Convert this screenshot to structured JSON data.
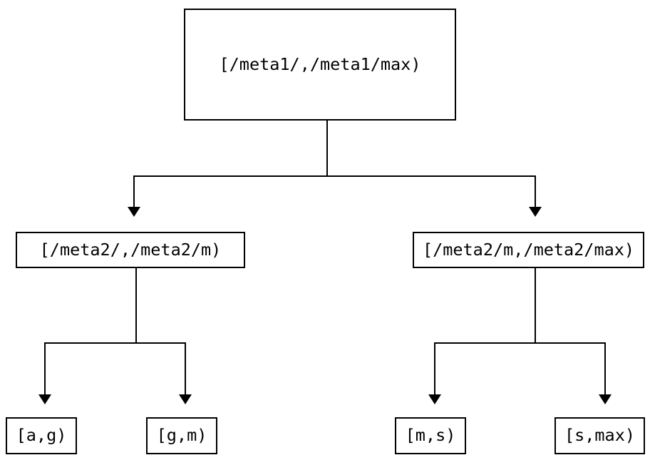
{
  "diagram": {
    "type": "tree",
    "orientation": "top-down",
    "background_color": "#ffffff",
    "line_color": "#000000",
    "text_color": "#000000",
    "nodes": {
      "root": {
        "label": "[/meta1/,/meta1/max)",
        "level": 0
      },
      "mid_left": {
        "label": "[/meta2/,/meta2/m)",
        "level": 1
      },
      "mid_right": {
        "label": "[/meta2/m,/meta2/max)",
        "level": 1
      },
      "leaf_ag": {
        "label": "[a,g)",
        "level": 2
      },
      "leaf_gm": {
        "label": "[g,m)",
        "level": 2
      },
      "leaf_ms": {
        "label": "[m,s)",
        "level": 2
      },
      "leaf_smax": {
        "label": "[s,max)",
        "level": 2
      }
    },
    "edges": [
      {
        "from": "root",
        "to": "mid_left",
        "arrow": "down-triangle"
      },
      {
        "from": "root",
        "to": "mid_right",
        "arrow": "down-triangle"
      },
      {
        "from": "mid_left",
        "to": "leaf_ag",
        "arrow": "down-triangle"
      },
      {
        "from": "mid_left",
        "to": "leaf_gm",
        "arrow": "down-triangle"
      },
      {
        "from": "mid_right",
        "to": "leaf_ms",
        "arrow": "down-triangle"
      },
      {
        "from": "mid_right",
        "to": "leaf_smax",
        "arrow": "down-triangle"
      }
    ]
  }
}
